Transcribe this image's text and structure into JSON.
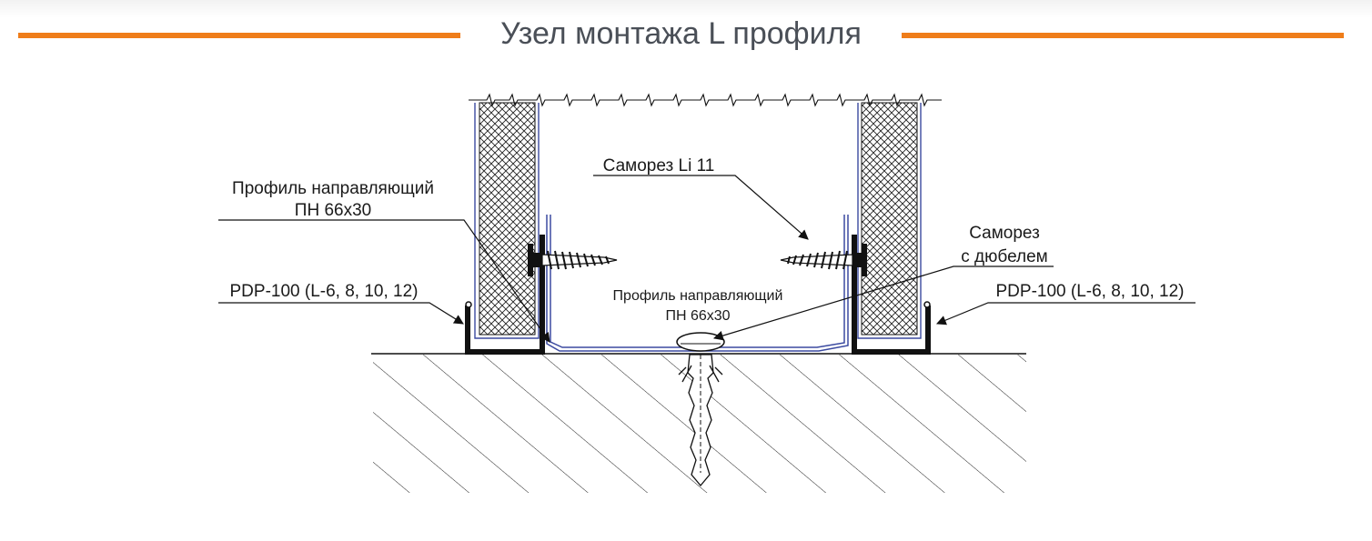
{
  "title": "Узел монтажа L профиля",
  "labels": {
    "guide_profile_left_line1": "Профиль направляющий",
    "guide_profile_left_line2": "ПН 66х30",
    "screw": "Саморез Li 11",
    "screw_dowel_line1": "Саморез",
    "screw_dowel_line2": "с дюбелем",
    "pdp_left": "PDP-100 (L-6, 8, 10, 12)",
    "pdp_right": "PDP-100 (L-6, 8, 10, 12)",
    "guide_profile_center_line1": "Профиль направляющий",
    "guide_profile_center_line2": "ПН 66х30"
  },
  "colors": {
    "accent": "#ef7d1a",
    "title_text": "#4a4f57",
    "profile_blue": "#3b4aa0",
    "line": "#1a1a1a"
  }
}
